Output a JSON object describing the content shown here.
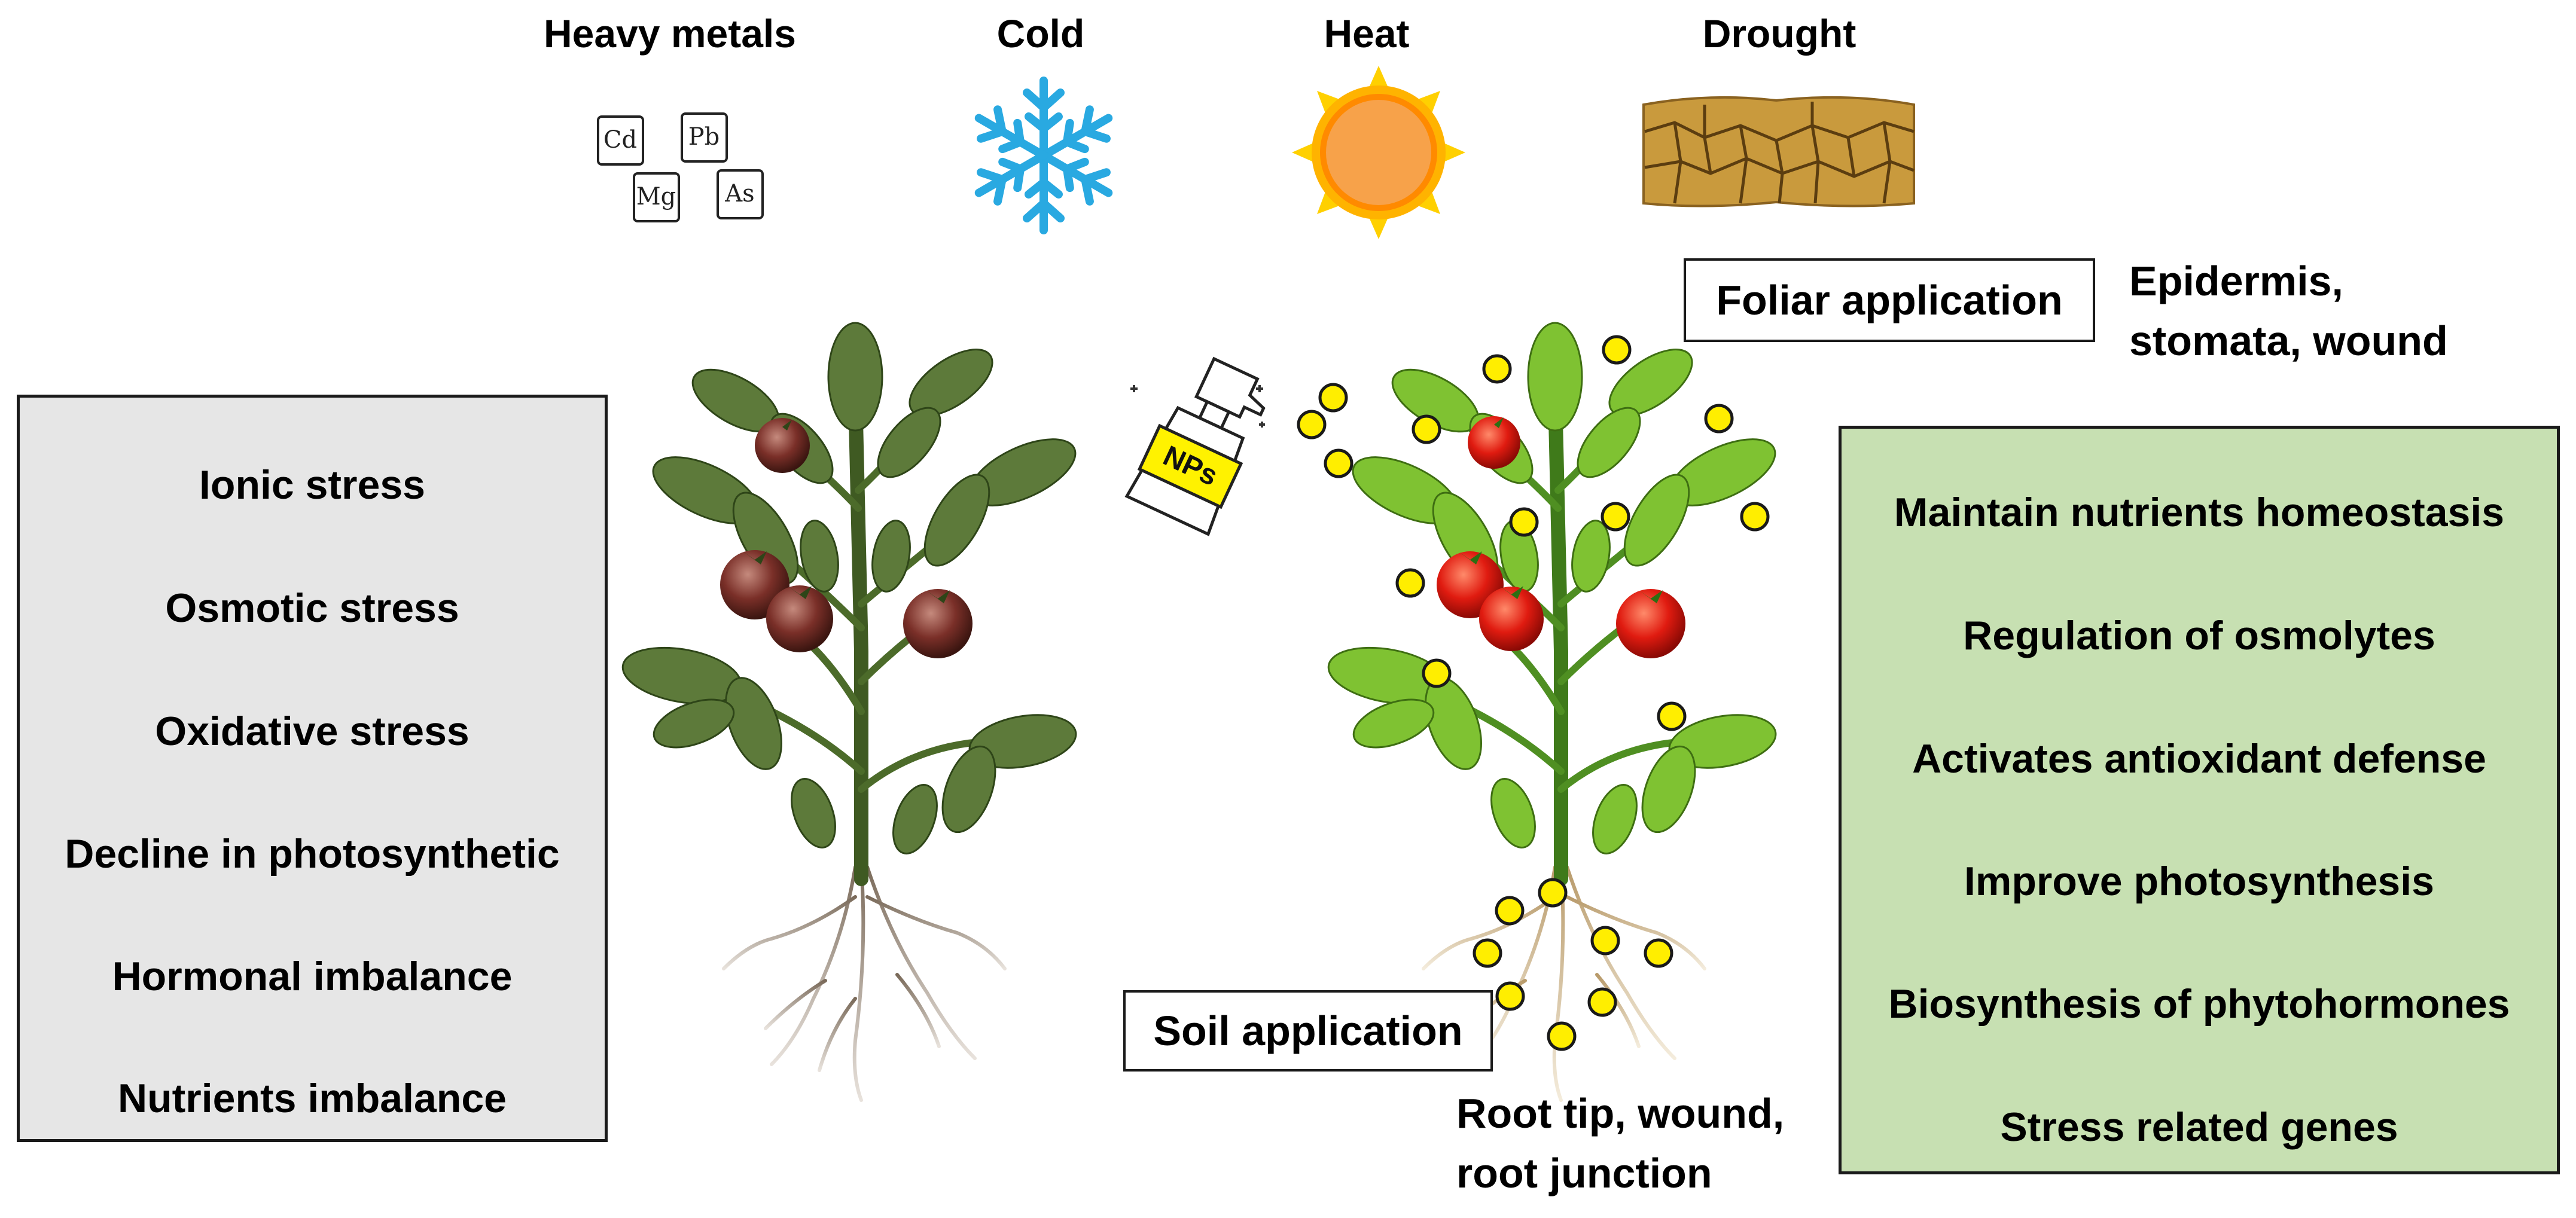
{
  "stressors": [
    {
      "label": "Heavy metals",
      "icon": "element-tiles-icon",
      "elements": [
        "Cd",
        "Pb",
        "Mg",
        "As"
      ]
    },
    {
      "label": "Cold",
      "icon": "snowflake-icon"
    },
    {
      "label": "Heat",
      "icon": "sun-icon"
    },
    {
      "label": "Drought",
      "icon": "cracked-soil-icon"
    }
  ],
  "stress_effects": [
    "Ionic stress",
    "Osmotic stress",
    "Oxidative stress",
    "Decline in photosynthetic",
    "Hormonal imbalance",
    "Nutrients imbalance"
  ],
  "benefits": [
    "Maintain nutrients homeostasis",
    "Regulation of osmolytes",
    "Activates antioxidant defense",
    "Improve photosynthesis",
    "Biosynthesis of phytohormones",
    "Stress related genes"
  ],
  "foliar": {
    "label": "Foliar application",
    "sites": [
      "Epidermis,",
      "stomata, wound"
    ]
  },
  "soil": {
    "label": "Soil application",
    "sites": [
      "Root tip, wound,",
      "root junction"
    ]
  },
  "sprayer": {
    "label": "NPs"
  },
  "colors": {
    "stressed_leaf": "#5d7a3a",
    "healthy_leaf": "#7fc232",
    "nanoparticle": "#ffee00",
    "box_left": "#e6e6e6",
    "box_right": "#c7e0b2",
    "snowflake": "#29a9e1",
    "sun": "#f7a24a"
  }
}
